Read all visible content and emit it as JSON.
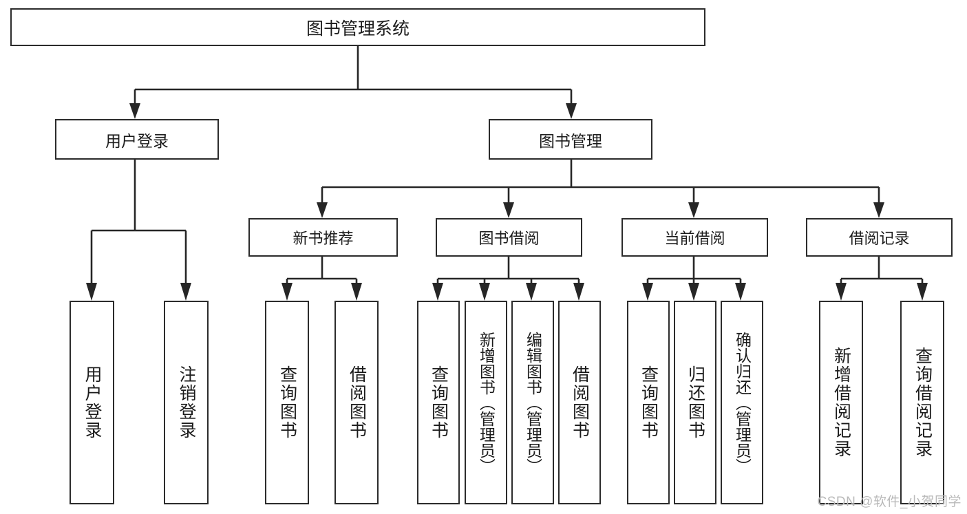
{
  "diagram": {
    "title": "图书管理系统",
    "type": "functional-structure-tree",
    "root": {
      "label": "图书管理系统"
    },
    "level2": [
      {
        "label": "用户登录"
      },
      {
        "label": "图书管理"
      }
    ],
    "level3": [
      {
        "label": "新书推荐"
      },
      {
        "label": "图书借阅"
      },
      {
        "label": "当前借阅"
      },
      {
        "label": "借阅记录"
      }
    ],
    "leaves": {
      "user_login": [
        {
          "label": "用户登录"
        },
        {
          "label": "注销登录"
        }
      ],
      "new_book_recommend": [
        {
          "label": "查询图书"
        },
        {
          "label": "借阅图书"
        }
      ],
      "book_borrow": [
        {
          "label": "查询图书"
        },
        {
          "label": "新增图书（管理员）"
        },
        {
          "label": "编辑图书（管理员）"
        },
        {
          "label": "借阅图书"
        }
      ],
      "current_borrow": [
        {
          "label": "查询图书"
        },
        {
          "label": "归还图书"
        },
        {
          "label": "确认归还（管理员）"
        }
      ],
      "borrow_record": [
        {
          "label": "新增借阅记录"
        },
        {
          "label": "查询借阅记录"
        }
      ]
    }
  },
  "watermark": {
    "text": "CSDN @软件_小贺同学"
  },
  "colors": {
    "stroke": "#262626",
    "box_border": "#2b2b2b",
    "background": "#ffffff",
    "text": "#1b1b1b",
    "watermark": "#b9b9b9"
  }
}
